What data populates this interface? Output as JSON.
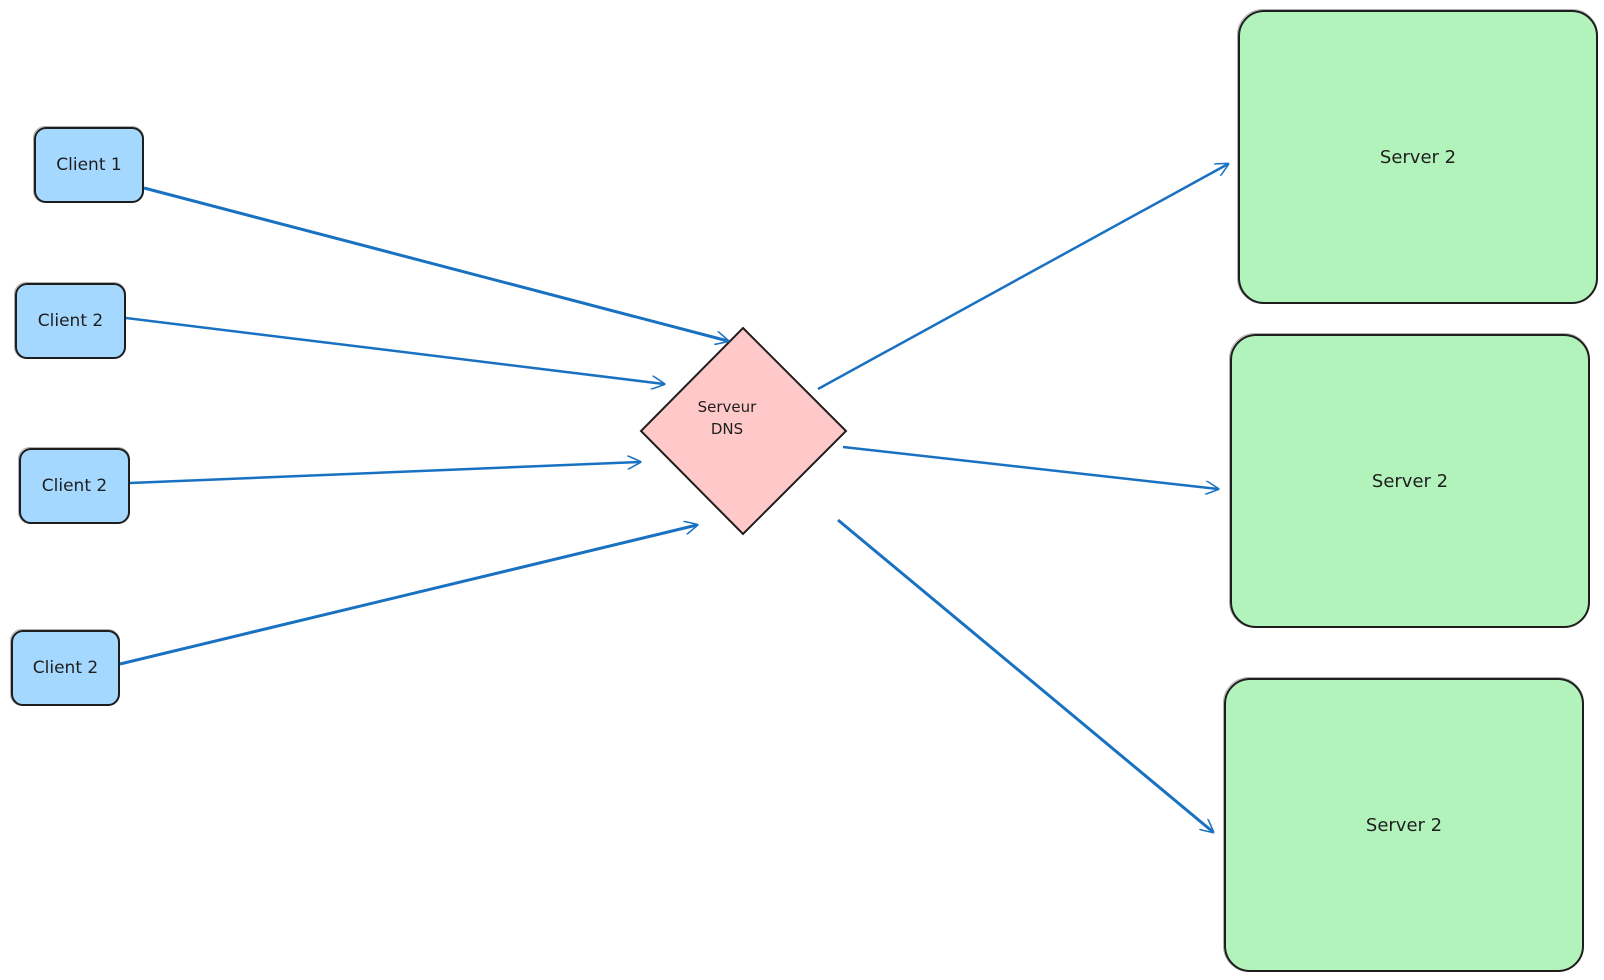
{
  "colors": {
    "client_fill": "#a5d8ff",
    "server_fill": "#b2f2bb",
    "dns_fill": "#ffc9c9",
    "stroke": "#1e1e1e",
    "arrow": "#1971c2"
  },
  "clients": [
    {
      "label": "Client 1"
    },
    {
      "label": "Client 2"
    },
    {
      "label": "Client 2"
    },
    {
      "label": "Client 2"
    }
  ],
  "dns": {
    "label": "Serveur\nDNS"
  },
  "servers": [
    {
      "label": "Server 2"
    },
    {
      "label": "Server 2"
    },
    {
      "label": "Server 2"
    }
  ]
}
